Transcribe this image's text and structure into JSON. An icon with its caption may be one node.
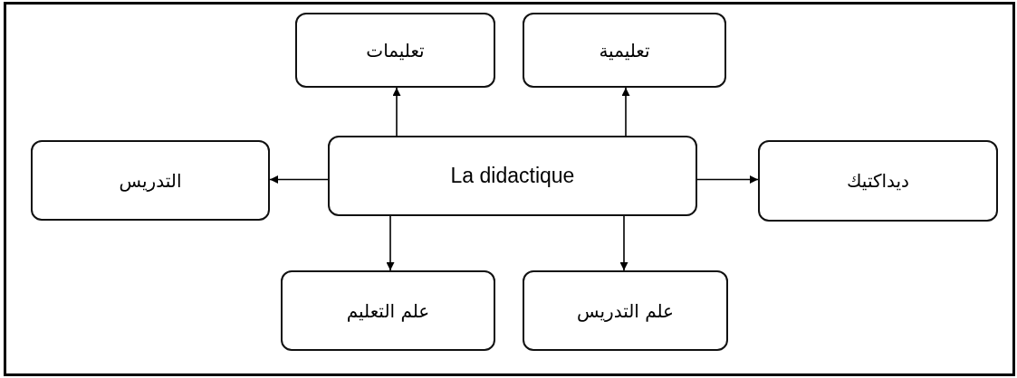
{
  "diagram": {
    "nodes": [
      {
        "text": [
          "تعليمات"
        ]
      },
      {
        "text": [
          "تعليمية"
        ]
      },
      {
        "text": [
          "التدريس"
        ]
      },
      {
        "text": [
          "La didactique"
        ]
      },
      {
        "text": [
          "ديداكتيك"
        ]
      },
      {
        "text": [
          "علم التعليم"
        ]
      },
      {
        "text": [
          "علم التدريس"
        ]
      }
    ],
    "edges": [
      {
        "from": 3,
        "to": 0,
        "arrow": "to"
      },
      {
        "from": 3,
        "to": 1,
        "arrow": "to"
      },
      {
        "from": 3,
        "to": 2,
        "arrow": "to"
      },
      {
        "from": 3,
        "to": 4,
        "arrow": "to"
      },
      {
        "from": 3,
        "to": 5,
        "arrow": "to"
      },
      {
        "from": 3,
        "to": 6,
        "arrow": "to"
      }
    ]
  }
}
